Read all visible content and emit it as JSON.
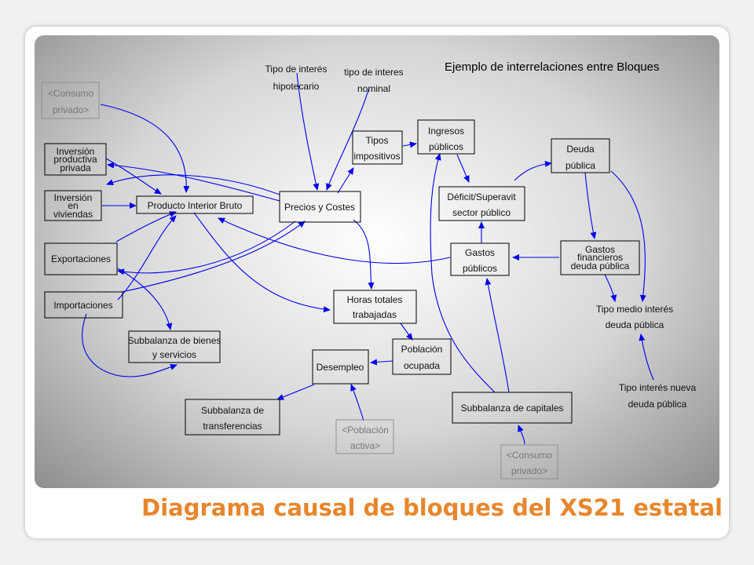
{
  "colors": {
    "title": "#e7862c",
    "arrow": "#0000ee",
    "box": "#000000",
    "ghost_box": "#909090"
  },
  "slide": {
    "title": "Diagrama causal de bloques del XS21 estatal"
  },
  "diagram": {
    "heading": "Ejemplo de interrelaciones entre Bloques",
    "nodes": {
      "consumo_privado_1": [
        "<Consumo",
        "privado>"
      ],
      "inversion_productiva": [
        "Inversión",
        "productiva",
        "privada"
      ],
      "inversion_viviendas": [
        "Inversión",
        "en",
        "viviendas"
      ],
      "pib": [
        "Producto Interior Bruto"
      ],
      "tipo_hipotecario": [
        "Tipo de interés",
        "hipotecario"
      ],
      "tipo_nominal": [
        "tipo de interes",
        "nominal"
      ],
      "tipos_impositivos": [
        "Tipos",
        "impositivos"
      ],
      "ingresos_publicos": [
        "Ingresos",
        "públicos"
      ],
      "deuda_publica": [
        "Deuda",
        "pública"
      ],
      "precios_costes": [
        "Precios y Costes"
      ],
      "deficit": [
        "Déficit/Superavit",
        "sector público"
      ],
      "exportaciones": [
        "Exportaciones"
      ],
      "gastos_publicos": [
        "Gastos",
        "públicos"
      ],
      "gastos_financieros": [
        "Gastos",
        "financieros",
        "deuda pública"
      ],
      "importaciones": [
        "Importaciones"
      ],
      "horas_totales": [
        "Horas totales",
        "trabajadas"
      ],
      "tipo_medio": [
        "Tipo medio interés",
        "deuda pública"
      ],
      "subbalanza_bienes": [
        "Subbalanza de bienes",
        "y servicios"
      ],
      "poblacion_ocupada": [
        "Población",
        "ocupada"
      ],
      "desempleo": [
        "Desempleo"
      ],
      "tipo_nueva": [
        "Tipo interés nueva",
        "deuda pública"
      ],
      "subbalanza_capitales": [
        "Subbalanza de capitales"
      ],
      "subbalanza_transferencias": [
        "Subbalanza de",
        "transferencias"
      ],
      "poblacion_activa": [
        "<Población",
        "activa>"
      ],
      "consumo_privado_2": [
        "<Consumo",
        "privado>"
      ]
    }
  }
}
